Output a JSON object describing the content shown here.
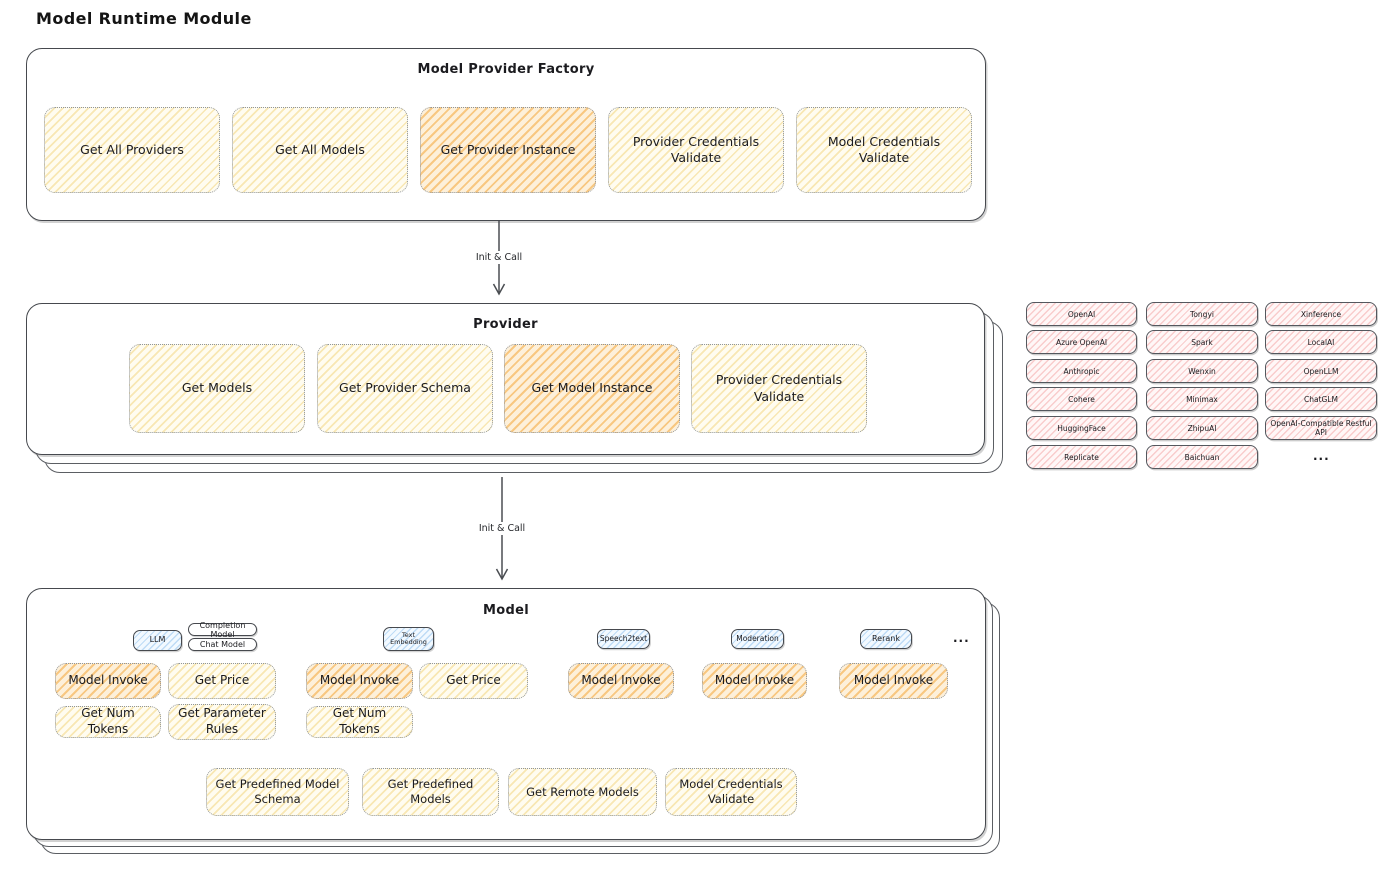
{
  "page_title": "Model Runtime Module",
  "palette": {
    "function_fill": "#fff9db",
    "highlight_fill": "#ffd8a8",
    "provider_fill": "#ffc9c9",
    "model_type_fill": "#a5d8ff",
    "stroke": "#46494e"
  },
  "factory": {
    "title": "Model Provider Factory",
    "items": [
      {
        "label": "Get All Providers",
        "highlight": false
      },
      {
        "label": "Get All Models",
        "highlight": false
      },
      {
        "label": "Get Provider Instance",
        "highlight": true
      },
      {
        "label": "Provider Credentials Validate",
        "highlight": false
      },
      {
        "label": "Model Credentials Validate",
        "highlight": false
      }
    ]
  },
  "arrows": {
    "factory_to_provider": "Init & Call",
    "provider_to_model": "Init & Call"
  },
  "provider": {
    "title": "Provider",
    "items": [
      {
        "label": "Get Models",
        "highlight": false
      },
      {
        "label": "Get Provider Schema",
        "highlight": false
      },
      {
        "label": "Get Model Instance",
        "highlight": true
      },
      {
        "label": "Provider Credentials Validate",
        "highlight": false
      }
    ]
  },
  "provider_grid": {
    "columns": [
      {
        "items": [
          "OpenAI",
          "Azure OpenAI",
          "Anthropic",
          "Cohere",
          "HuggingFace",
          "Replicate"
        ]
      },
      {
        "items": [
          "Tongyi",
          "Spark",
          "Wenxin",
          "Minimax",
          "ZhipuAI",
          "Baichuan"
        ]
      },
      {
        "items": [
          "Xinference",
          "LocalAI",
          "OpenLLM",
          "ChatGLM",
          "OpenAI-Compatible Restful API"
        ]
      }
    ],
    "more": "..."
  },
  "model": {
    "title": "Model",
    "tags": {
      "llm": "LLM",
      "completion": "Completion Model",
      "chat": "Chat Model",
      "text_embedding": "Text Embedding",
      "speech2text": "Speech2text",
      "moderation": "Moderation",
      "rerank": "Rerank",
      "more": "..."
    },
    "functions": {
      "llm": [
        "Model Invoke",
        "Get Price",
        "Get Num Tokens",
        "Get Parameter Rules"
      ],
      "text_embedding": [
        "Model Invoke",
        "Get Price",
        "Get Num Tokens"
      ],
      "speech2text": [
        "Model Invoke"
      ],
      "moderation": [
        "Model Invoke"
      ],
      "rerank": [
        "Model Invoke"
      ]
    },
    "shared_functions": [
      "Get Predefined Model Schema",
      "Get Predefined Models",
      "Get Remote Models",
      "Model Credentials Validate"
    ]
  }
}
